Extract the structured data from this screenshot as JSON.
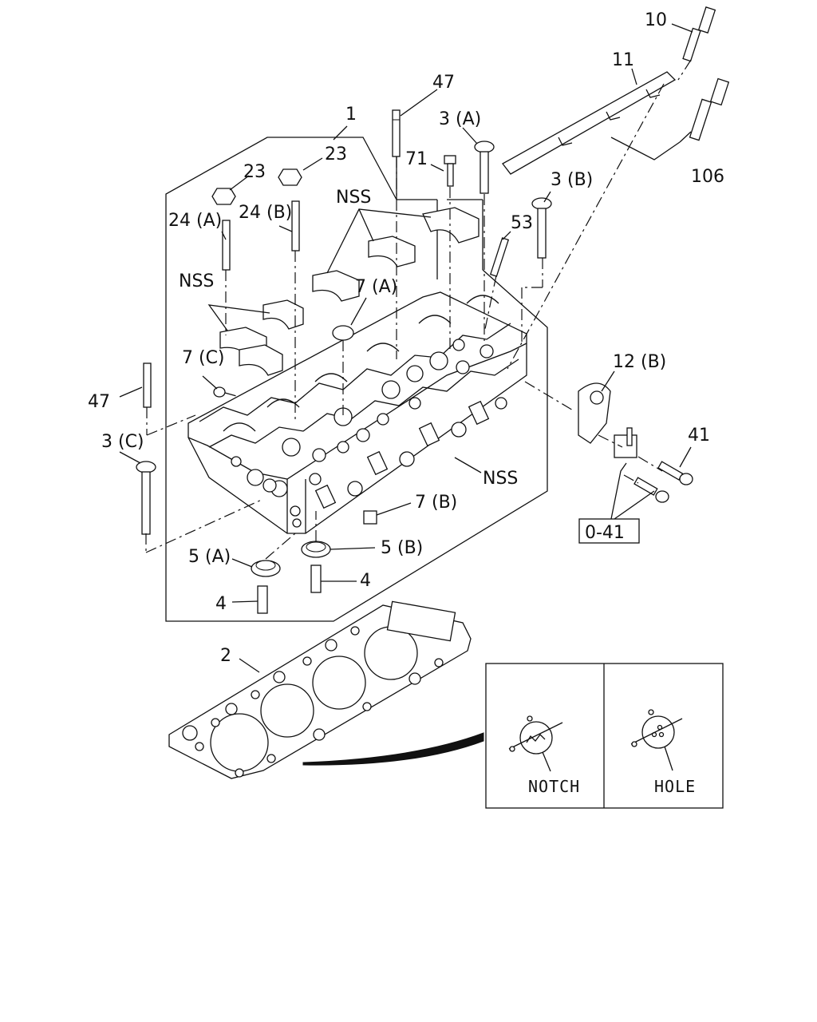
{
  "callouts": {
    "p10": "10",
    "p11": "11",
    "p47_top": "47",
    "p3a": "3 (A)",
    "p1": "1",
    "p23_right": "23",
    "p23_left": "23",
    "p71": "71",
    "p106": "106",
    "p3b": "3 (B)",
    "pnss_top": "NSS",
    "p24a": "24 (A)",
    "p24b": "24 (B)",
    "p53": "53",
    "pnss_left": "NSS",
    "p7a": "7 (A)",
    "p7c": "7 (C)",
    "p12b": "12 (B)",
    "p47_left": "47",
    "p41": "41",
    "p3c": "3 (C)",
    "pnss_right": "NSS",
    "p7b": "7 (B)",
    "p5a": "5 (A)",
    "p5b": "5 (B)",
    "p4_right": "4",
    "p4_left": "4",
    "p2": "2",
    "ref_box": "0-41"
  },
  "inset": {
    "left_label": "NOTCH",
    "right_label": "HOLE"
  }
}
